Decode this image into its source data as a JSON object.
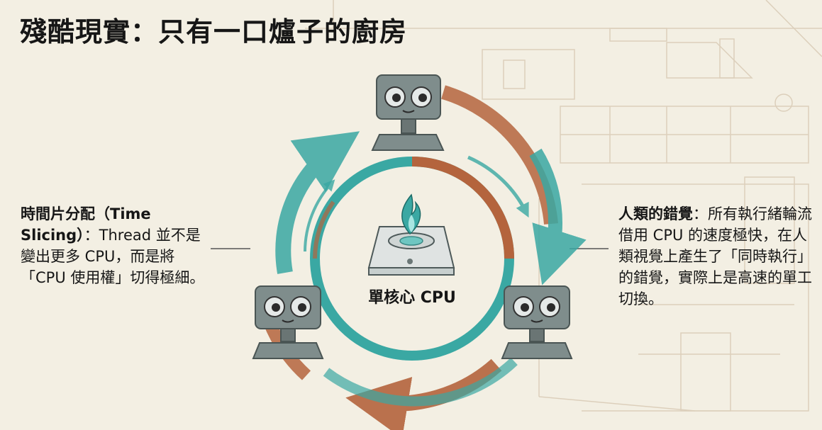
{
  "title": "殘酷現實：只有一口爐子的廚房",
  "left_annotation": {
    "heading": "時間片分配（Time Slicing）",
    "body": "：Thread 並不是變出更多 CPU，而是將 「CPU 使用權」切得極細。"
  },
  "right_annotation": {
    "heading": "人類的錯覺",
    "body": "：所有執行緒輪流借用 CPU 的速度極快，在人類視覺上產生了「同時執行」的錯覺，實際上是高速的單工切換。"
  },
  "center_label": "單核心 CPU",
  "colors": {
    "teal": "#3aa8a3",
    "rust": "#b4643d",
    "robot_gray": "#7f8d8c",
    "background": "#f3efe3"
  },
  "icons": [
    "robot-icon",
    "gas-stove-icon",
    "flame-icon"
  ]
}
